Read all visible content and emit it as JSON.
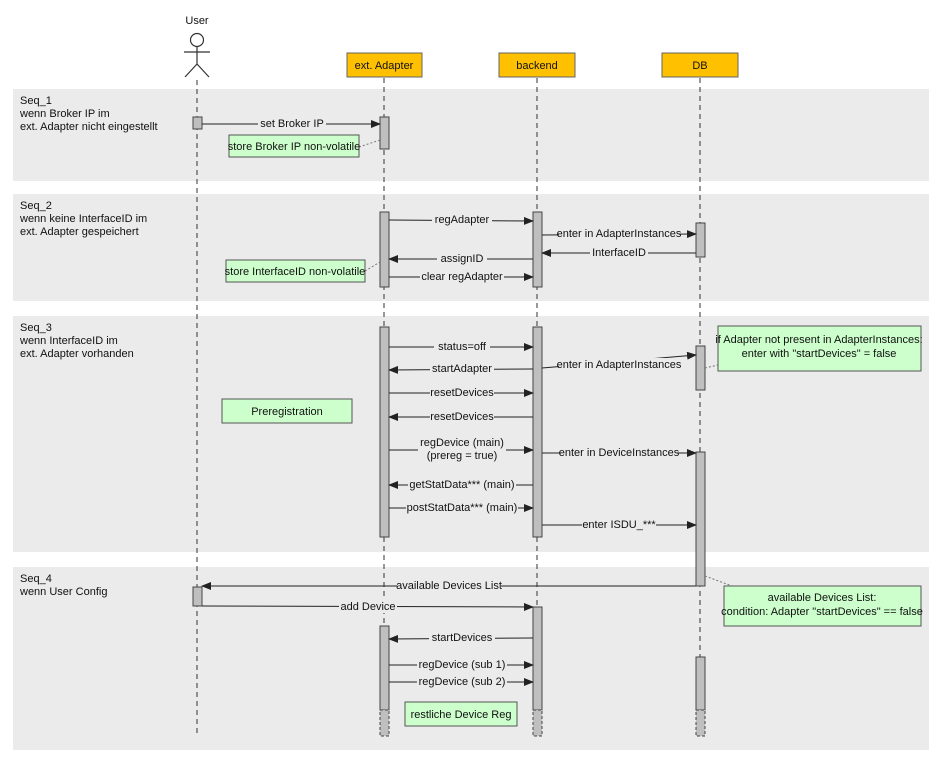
{
  "actors": {
    "user": "User",
    "adapter": "ext. Adapter",
    "backend": "backend",
    "db": "DB"
  },
  "sequences": [
    {
      "title": "Seq_1",
      "lines": [
        "wenn Broker IP im",
        "ext. Adapter nicht eingestellt"
      ]
    },
    {
      "title": "Seq_2",
      "lines": [
        "wenn keine InterfaceID im",
        "ext. Adapter gespeichert"
      ]
    },
    {
      "title": "Seq_3",
      "lines": [
        "wenn InterfaceID im",
        "ext. Adapter vorhanden"
      ]
    },
    {
      "title": "Seq_4",
      "lines": [
        "wenn User Config"
      ]
    }
  ],
  "messages": {
    "set_broker_ip": "set Broker IP",
    "reg_adapter": "regAdapter",
    "enter_adapter_instances": "enter in AdapterInstances",
    "interface_id": "InterfaceID",
    "assign_id": "assignID",
    "clear_reg_adapter": "clear regAdapter",
    "status_off": "status=off",
    "start_adapter": "startAdapter",
    "enter_adapter_instances_2": "enter in AdapterInstances",
    "reset_devices_1": "resetDevices",
    "reset_devices_2": "resetDevices",
    "reg_device_main_1": "regDevice (main)",
    "reg_device_main_2": "(prereg = true)",
    "enter_device_instances": "enter in DeviceInstances",
    "get_stat_data": "getStatData*** (main)",
    "post_stat_data": "postStatData*** (main)",
    "enter_isdu": "enter ISDU_***",
    "available_devices_list": "available Devices List",
    "add_device": "add Device",
    "start_devices": "startDevices",
    "reg_device_sub1": "regDevice (sub 1)",
    "reg_device_sub2": "regDevice (sub 2)"
  },
  "notes": {
    "store_broker_ip": "store Broker IP non-volatile",
    "store_interface_id": "store InterfaceID non-volatile",
    "preregistration": "Preregistration",
    "if_adapter_1": "if Adapter not present in AdapterInstances:",
    "if_adapter_2": "enter with \"startDevices\" = false",
    "avail_1": "available Devices List:",
    "avail_2": "condition: Adapter \"startDevices\" == false",
    "restliche": "restliche Device Reg"
  },
  "colors": {
    "actor_box": "#ffc000",
    "note": "#ccffcc",
    "frame": "#ebebeb",
    "activation": "#bfbfbf"
  }
}
